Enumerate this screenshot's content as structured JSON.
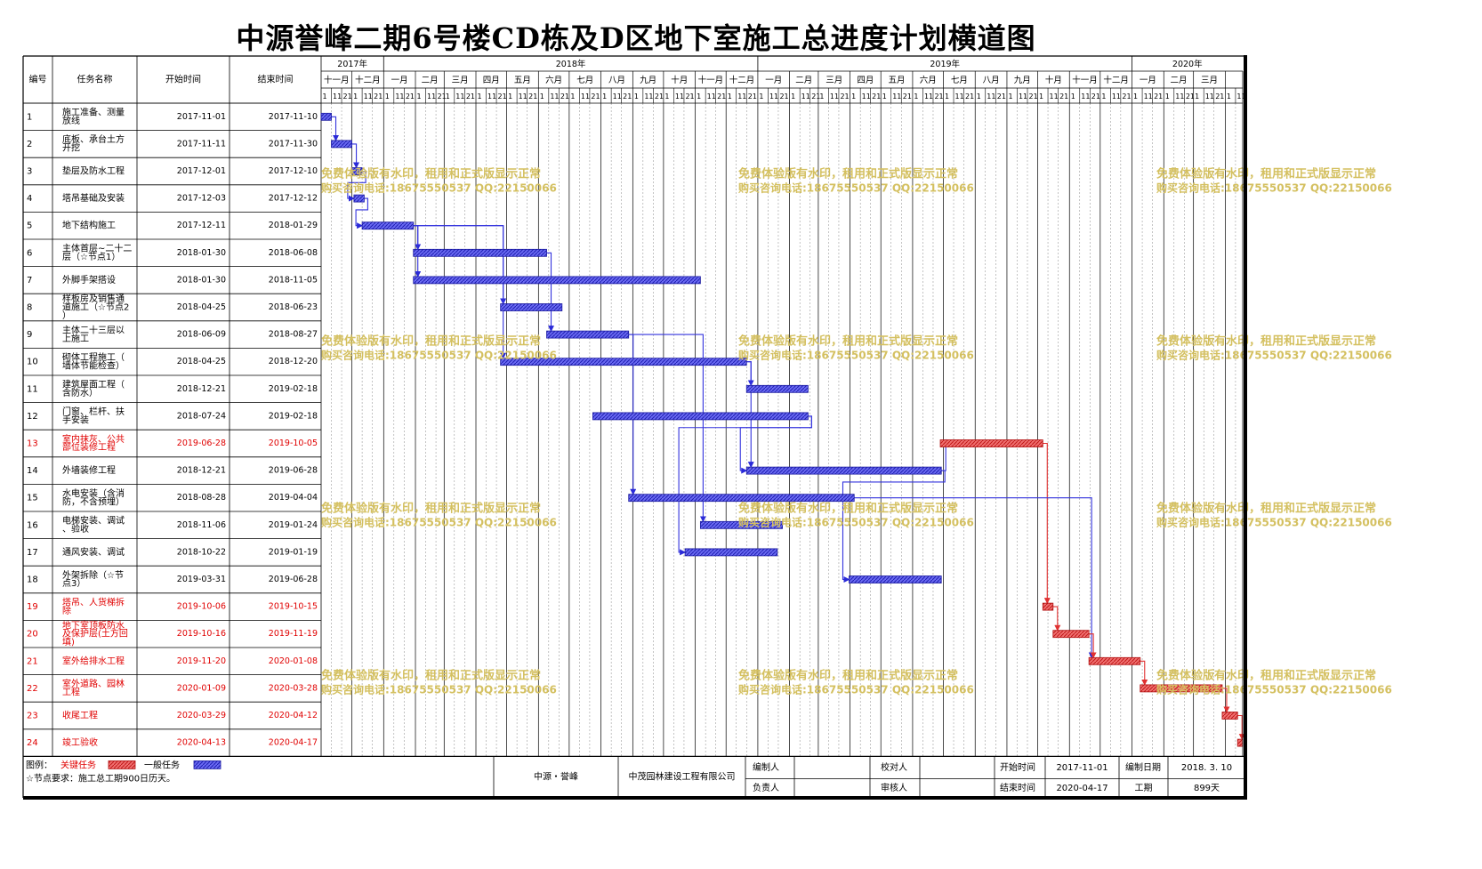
{
  "title": "中源誉峰二期6号楼CD栋及D区地下室施工总进度计划横道图",
  "headers": {
    "no": "编号",
    "name": "任务名称",
    "start": "开始时间",
    "end": "结束时间"
  },
  "timeline": {
    "start": "2017-11-01",
    "end": "2020-04-17",
    "years": [
      {
        "label": "2017年",
        "from": "2017-11-01",
        "to": "2018-01-01"
      },
      {
        "label": "2018年",
        "from": "2018-01-01",
        "to": "2019-01-01"
      },
      {
        "label": "2019年",
        "from": "2019-01-01",
        "to": "2020-01-01"
      },
      {
        "label": "2020年",
        "from": "2020-01-01",
        "to": "2020-04-17"
      }
    ],
    "months": [
      {
        "label": "十一月",
        "from": "2017-11-01",
        "to": "2017-12-01"
      },
      {
        "label": "十二月",
        "from": "2017-12-01",
        "to": "2018-01-01"
      },
      {
        "label": "一月",
        "from": "2018-01-01",
        "to": "2018-02-01"
      },
      {
        "label": "二月",
        "from": "2018-02-01",
        "to": "2018-03-01"
      },
      {
        "label": "三月",
        "from": "2018-03-01",
        "to": "2018-04-01"
      },
      {
        "label": "四月",
        "from": "2018-04-01",
        "to": "2018-05-01"
      },
      {
        "label": "五月",
        "from": "2018-05-01",
        "to": "2018-06-01"
      },
      {
        "label": "六月",
        "from": "2018-06-01",
        "to": "2018-07-01"
      },
      {
        "label": "七月",
        "from": "2018-07-01",
        "to": "2018-08-01"
      },
      {
        "label": "八月",
        "from": "2018-08-01",
        "to": "2018-09-01"
      },
      {
        "label": "九月",
        "from": "2018-09-01",
        "to": "2018-10-01"
      },
      {
        "label": "十月",
        "from": "2018-10-01",
        "to": "2018-11-01"
      },
      {
        "label": "十一月",
        "from": "2018-11-01",
        "to": "2018-12-01"
      },
      {
        "label": "十二月",
        "from": "2018-12-01",
        "to": "2019-01-01"
      },
      {
        "label": "一月",
        "from": "2019-01-01",
        "to": "2019-02-01"
      },
      {
        "label": "二月",
        "from": "2019-02-01",
        "to": "2019-03-01"
      },
      {
        "label": "三月",
        "from": "2019-03-01",
        "to": "2019-04-01"
      },
      {
        "label": "四月",
        "from": "2019-04-01",
        "to": "2019-05-01"
      },
      {
        "label": "五月",
        "from": "2019-05-01",
        "to": "2019-06-01"
      },
      {
        "label": "六月",
        "from": "2019-06-01",
        "to": "2019-07-01"
      },
      {
        "label": "七月",
        "from": "2019-07-01",
        "to": "2019-08-01"
      },
      {
        "label": "八月",
        "from": "2019-08-01",
        "to": "2019-09-01"
      },
      {
        "label": "九月",
        "from": "2019-09-01",
        "to": "2019-10-01"
      },
      {
        "label": "十月",
        "from": "2019-10-01",
        "to": "2019-11-01"
      },
      {
        "label": "十一月",
        "from": "2019-11-01",
        "to": "2019-12-01"
      },
      {
        "label": "十二月",
        "from": "2019-12-01",
        "to": "2020-01-01"
      },
      {
        "label": "一月",
        "from": "2020-01-01",
        "to": "2020-02-01"
      },
      {
        "label": "二月",
        "from": "2020-02-01",
        "to": "2020-03-01"
      },
      {
        "label": "三月",
        "from": "2020-03-01",
        "to": "2020-04-01"
      },
      {
        "label": "",
        "from": "2020-04-01",
        "to": "2020-04-17"
      }
    ],
    "day_labels": [
      "1",
      "11",
      "21"
    ]
  },
  "chart_data": {
    "type": "gantt",
    "title": "中源誉峰二期6号楼CD栋及D区地下室施工总进度计划横道图",
    "tasks": [
      {
        "id": 1,
        "name": "施工准备、测量放线",
        "start": "2017-11-01",
        "end": "2017-11-10",
        "critical": false
      },
      {
        "id": 2,
        "name": "底板、承台土方开挖",
        "start": "2017-11-11",
        "end": "2017-11-30",
        "critical": false
      },
      {
        "id": 3,
        "name": "垫层及防水工程",
        "start": "2017-12-01",
        "end": "2017-12-10",
        "critical": false
      },
      {
        "id": 4,
        "name": "塔吊基础及安装",
        "start": "2017-12-03",
        "end": "2017-12-12",
        "critical": false
      },
      {
        "id": 5,
        "name": "地下结构施工",
        "start": "2017-12-11",
        "end": "2018-01-29",
        "critical": false
      },
      {
        "id": 6,
        "name": "主体首层~二十二层（☆节点1）",
        "start": "2018-01-30",
        "end": "2018-06-08",
        "critical": false
      },
      {
        "id": 7,
        "name": "外脚手架搭设",
        "start": "2018-01-30",
        "end": "2018-11-05",
        "critical": false
      },
      {
        "id": 8,
        "name": "样板房及销售通道施工（☆节点2）",
        "start": "2018-04-25",
        "end": "2018-06-23",
        "critical": false
      },
      {
        "id": 9,
        "name": "主体二十三层以上施工",
        "start": "2018-06-09",
        "end": "2018-08-27",
        "critical": false
      },
      {
        "id": 10,
        "name": "砌体工程施工（墙体节能检查）",
        "start": "2018-04-25",
        "end": "2018-12-20",
        "critical": false
      },
      {
        "id": 11,
        "name": "建筑屋面工程（含防水）",
        "start": "2018-12-21",
        "end": "2019-02-18",
        "critical": false
      },
      {
        "id": 12,
        "name": "门窗、栏杆、扶手安装",
        "start": "2018-07-24",
        "end": "2019-02-18",
        "critical": false
      },
      {
        "id": 13,
        "name": "室内抹灰、公共部位装修工程",
        "start": "2019-06-28",
        "end": "2019-10-05",
        "critical": true
      },
      {
        "id": 14,
        "name": "外墙装修工程",
        "start": "2018-12-21",
        "end": "2019-06-28",
        "critical": false
      },
      {
        "id": 15,
        "name": "水电安装（含消防，不含预埋）",
        "start": "2018-08-28",
        "end": "2019-04-04",
        "critical": false
      },
      {
        "id": 16,
        "name": "电梯安装、调试、验收",
        "start": "2018-11-06",
        "end": "2019-01-24",
        "critical": false
      },
      {
        "id": 17,
        "name": "通风安装、调试",
        "start": "2018-10-22",
        "end": "2019-01-19",
        "critical": false
      },
      {
        "id": 18,
        "name": "外架拆除（☆节点3）",
        "start": "2019-03-31",
        "end": "2019-06-28",
        "critical": false
      },
      {
        "id": 19,
        "name": "塔吊、人货梯拆除",
        "start": "2019-10-06",
        "end": "2019-10-15",
        "critical": true
      },
      {
        "id": 20,
        "name": "地下室顶板防水及保护层(土方回填)",
        "start": "2019-10-16",
        "end": "2019-11-19",
        "critical": true
      },
      {
        "id": 21,
        "name": "室外给排水工程",
        "start": "2019-11-20",
        "end": "2020-01-08",
        "critical": true
      },
      {
        "id": 22,
        "name": "室外道路、园林工程",
        "start": "2020-01-09",
        "end": "2020-03-28",
        "critical": true
      },
      {
        "id": 23,
        "name": "收尾工程",
        "start": "2020-03-29",
        "end": "2020-04-12",
        "critical": true
      },
      {
        "id": 24,
        "name": "竣工验收",
        "start": "2020-04-13",
        "end": "2020-04-17",
        "critical": true
      }
    ],
    "links": [
      [
        1,
        2
      ],
      [
        2,
        3
      ],
      [
        3,
        4
      ],
      [
        4,
        5
      ],
      [
        5,
        6
      ],
      [
        5,
        7
      ],
      [
        5,
        8
      ],
      [
        5,
        10
      ],
      [
        6,
        9
      ],
      [
        9,
        15
      ],
      [
        9,
        16
      ],
      [
        10,
        11
      ],
      [
        10,
        14
      ],
      [
        12,
        14
      ],
      [
        12,
        17
      ],
      [
        14,
        13
      ],
      [
        14,
        18
      ],
      [
        13,
        19
      ],
      [
        19,
        20
      ],
      [
        15,
        21
      ],
      [
        20,
        21
      ],
      [
        21,
        22
      ],
      [
        22,
        23
      ],
      [
        23,
        24
      ]
    ],
    "colors": {
      "normal": "#3333dd",
      "critical": "#e03030",
      "text_critical": "#e00000"
    }
  },
  "footer": {
    "legend_label": "图例：",
    "critical_label": "关键任务",
    "normal_label": "一般任务",
    "note": "☆节点要求：施工总工期900日历天。",
    "brand": "中源・誉峰",
    "company": "中茂园林建设工程有限公司",
    "cells": {
      "compiler_label": "编制人",
      "checker_label": "校对人",
      "start_label": "开始时间",
      "start_value": "2017-11-01",
      "date_label": "编制日期",
      "date_value": "2018. 3. 10",
      "leader_label": "负责人",
      "reviewer_label": "审核人",
      "end_label": "结束时间",
      "end_value": "2020-04-17",
      "duration_label": "工期",
      "duration_value": "899天"
    }
  },
  "watermark": {
    "line1": "免费体验版有水印，租用和正式版显示正常",
    "line2": "购买咨询电话:18675550537 QQ:22150066"
  }
}
